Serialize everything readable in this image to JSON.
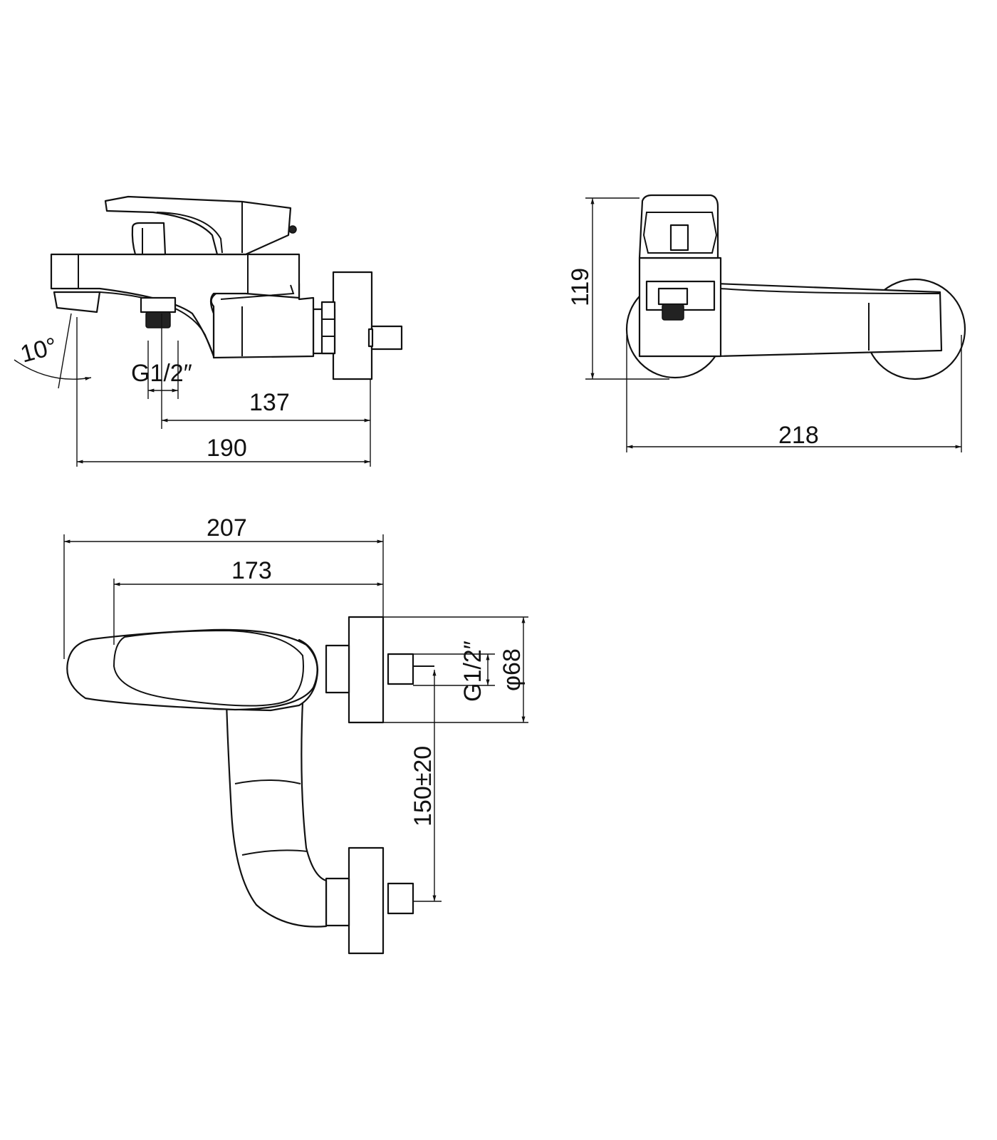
{
  "front_view": {
    "angle_label": "10°",
    "thread_label": "G1/2″",
    "dim_outlet_to_wall": "137",
    "dim_total_depth": "190"
  },
  "side_view": {
    "dim_height": "119",
    "dim_width": "218"
  },
  "top_view": {
    "dim_total_length": "207",
    "dim_handle_length": "173",
    "thread_label": "G1/2″",
    "dim_plate_diameter": "φ68",
    "dim_center_distance": "150±20"
  },
  "colors": {
    "line": "#111111",
    "background": "#ffffff"
  }
}
